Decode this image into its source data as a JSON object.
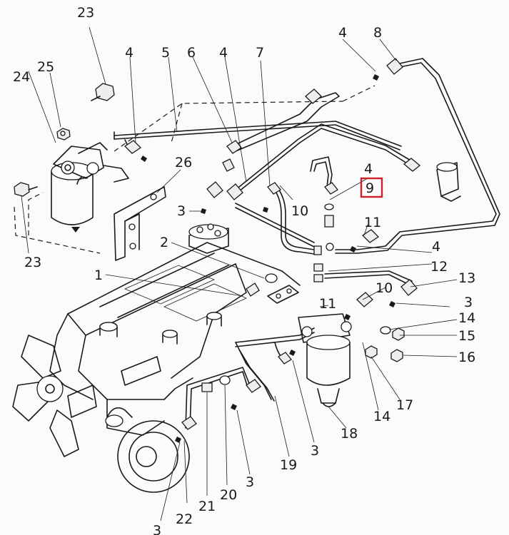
{
  "highlight_color": "#d0202a",
  "labels": {
    "l23a": "23",
    "l24": "24",
    "l25": "25",
    "l23b": "23",
    "l4a": "4",
    "l5": "5",
    "l6": "6",
    "l4b": "4",
    "l7": "7",
    "l4c": "4",
    "l8": "8",
    "l26": "26",
    "l3a": "3",
    "l10a": "10",
    "l4d": "4",
    "l9": "9",
    "l11a": "11",
    "l2": "2",
    "l4e": "4",
    "l12": "12",
    "l1": "1",
    "l13": "13",
    "l10b": "10",
    "l11b": "11",
    "l3b": "3",
    "l14a": "14",
    "l15": "15",
    "l16": "16",
    "l17": "17",
    "l14b": "14",
    "l18": "18",
    "l3c": "3",
    "l19": "19",
    "l3d": "3",
    "l20": "20",
    "l21": "21",
    "l22": "22",
    "l3e": "3"
  }
}
